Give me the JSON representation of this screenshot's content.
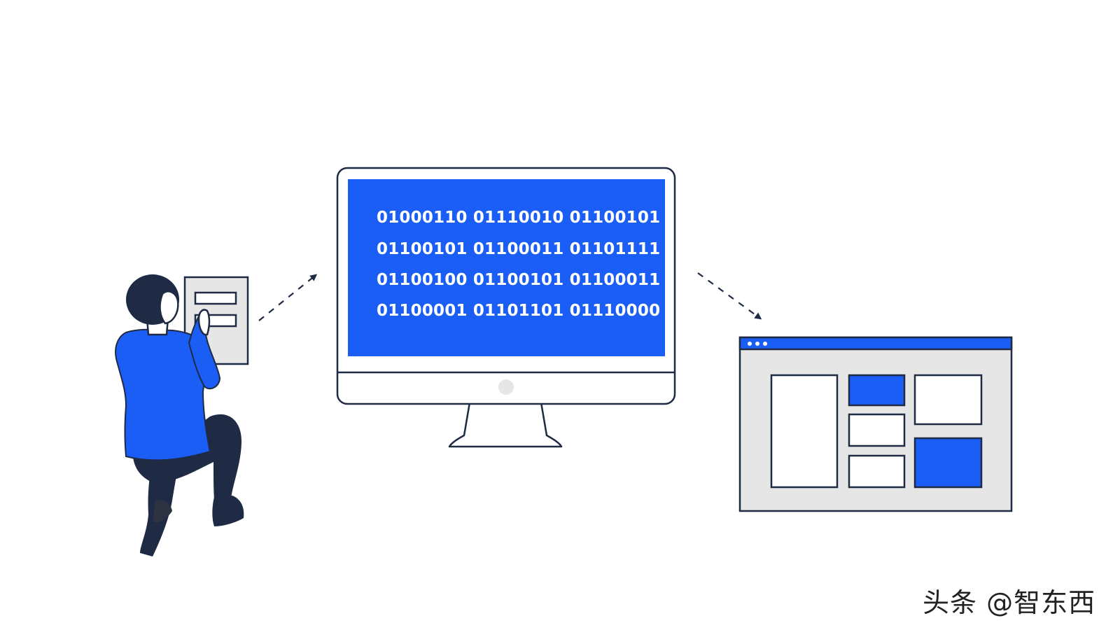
{
  "colors": {
    "accent_blue": "#1a5ef5",
    "navy": "#1f2a44",
    "light_gray": "#e6e6e6",
    "white": "#ffffff"
  },
  "monitor": {
    "binary_lines": [
      "01000110 01110010 01100101",
      "01100101 01100011 01101111",
      "01100100 01100101 01100011",
      "01100001 01101101 01110000"
    ]
  },
  "browser": {
    "window_dots": 3
  },
  "watermark": {
    "text": "头条 @智东西"
  }
}
